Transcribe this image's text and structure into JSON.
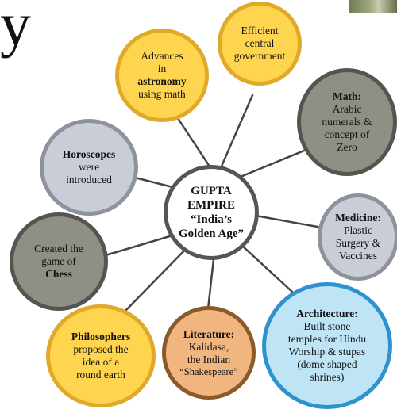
{
  "title_fragment": "y",
  "center": {
    "line1": "GUPTA",
    "line2": "EMPIRE",
    "line3": "“India’s",
    "line4": "Golden Age”"
  },
  "nodes": {
    "astronomy": {
      "pre": "Advances",
      "pre2": "in",
      "bold": "astronomy",
      "post": "using math"
    },
    "government": {
      "l1": "Efficient",
      "l2": "central",
      "l3": "government"
    },
    "math": {
      "bold": "Math:",
      "l1": "Arabic",
      "l2": "numerals &",
      "l3": "concept of",
      "l4": "Zero"
    },
    "horoscopes": {
      "bold": "Horoscopes",
      "l1": "were",
      "l2": "introduced"
    },
    "medicine": {
      "bold": "Medicine:",
      "l1": "Plastic",
      "l2": "Surgery &",
      "l3": "Vaccines"
    },
    "chess": {
      "l1": "Created the",
      "l2": "game of",
      "bold": "Chess"
    },
    "philosophers": {
      "bold": "Philosophers",
      "l1": "proposed the",
      "l2": "idea of a",
      "l3": "round earth"
    },
    "literature": {
      "bold": "Literature:",
      "l1": "Kalidasa,",
      "l2": "the Indian",
      "l3": "“Shakespeare”"
    },
    "architecture": {
      "bold": "Architecture:",
      "l1": "Built stone",
      "l2": "temples for Hindu",
      "l3": "Worship & stupas",
      "l4": "(dome shaped",
      "l5": "shrines)"
    }
  },
  "colors": {
    "yellow_fill": "#ffd54f",
    "yellow_border": "#e0a92a",
    "gray_fill": "#bdbdbd",
    "dark_fill": "#8f8f86",
    "brown_fill": "#f1b57f",
    "blue_fill": "#bfe4f6",
    "blue_border": "#2f92cf",
    "center_border": "#555555"
  }
}
